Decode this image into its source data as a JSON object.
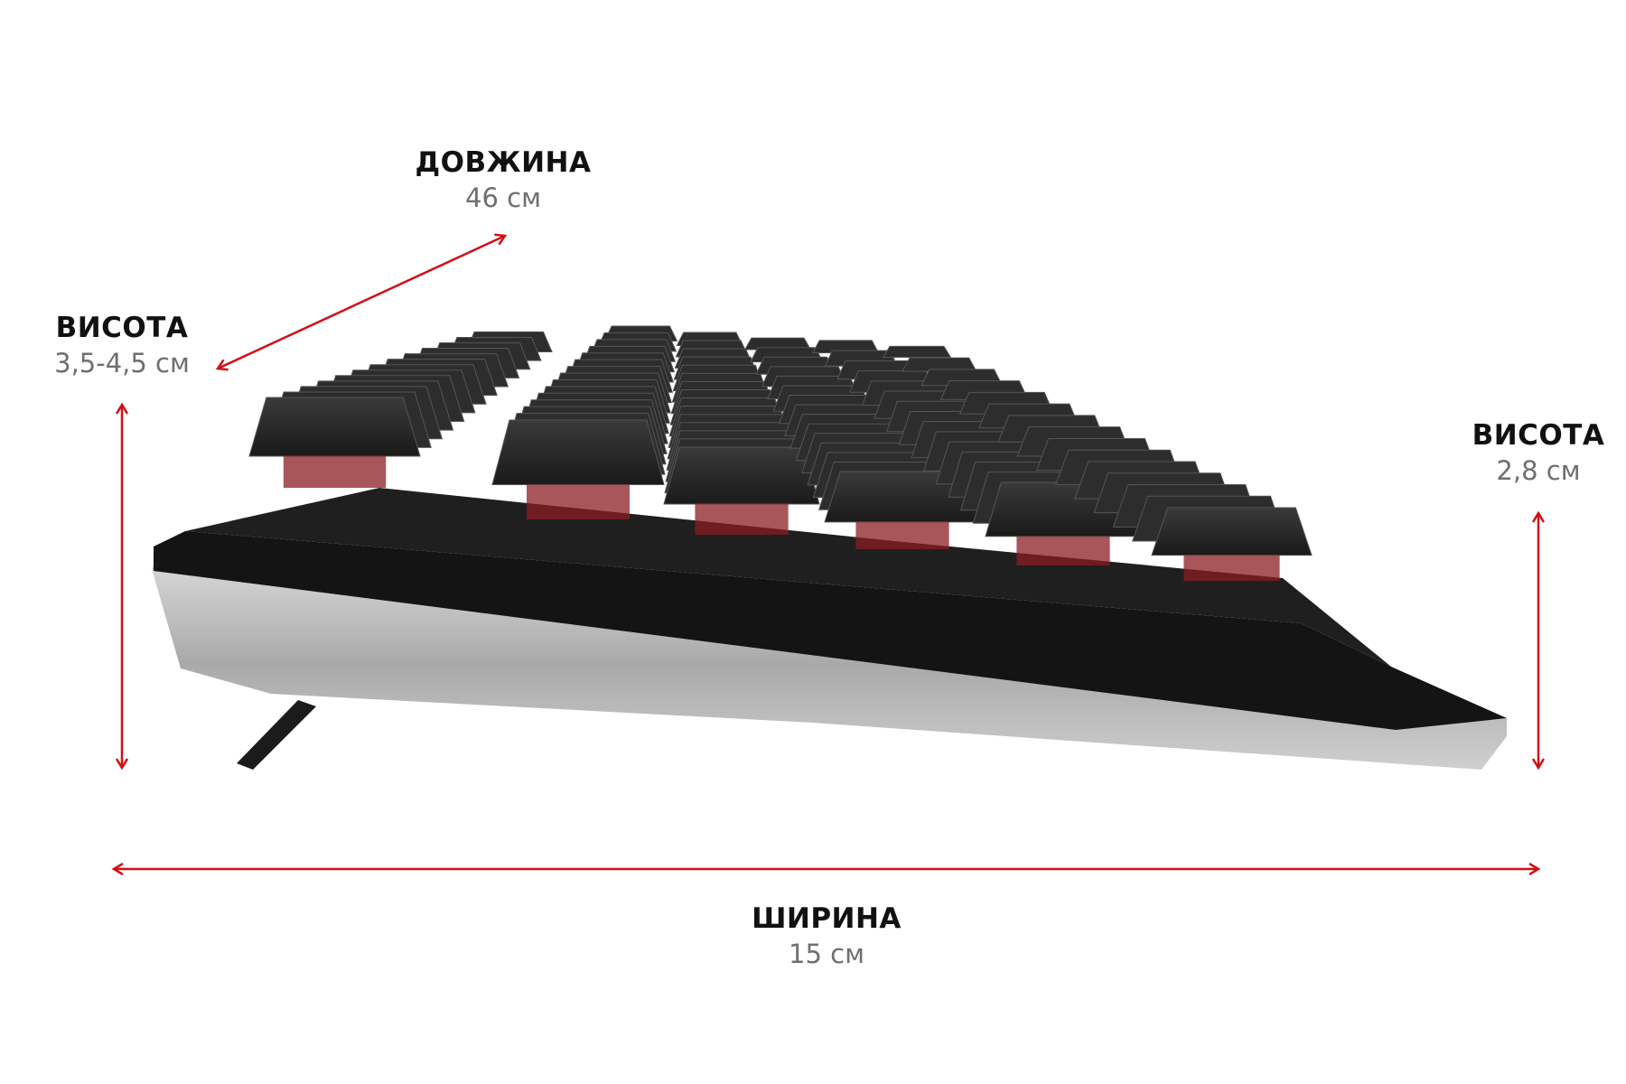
{
  "dimensions": {
    "length": {
      "title": "ДОВЖИНА",
      "value": "46 см"
    },
    "height_rear": {
      "title": "ВИСОТА",
      "value": "3,5-4,5 см"
    },
    "height_front": {
      "title": "ВИСОТА",
      "value": "2,8 см"
    },
    "width": {
      "title": "ШИРИНА",
      "value": "15 см"
    }
  },
  "colors": {
    "arrow": "#d40e14",
    "keycap": "#2a2a2a",
    "body": "#b8b8b8",
    "switch": "#8b1d22"
  }
}
